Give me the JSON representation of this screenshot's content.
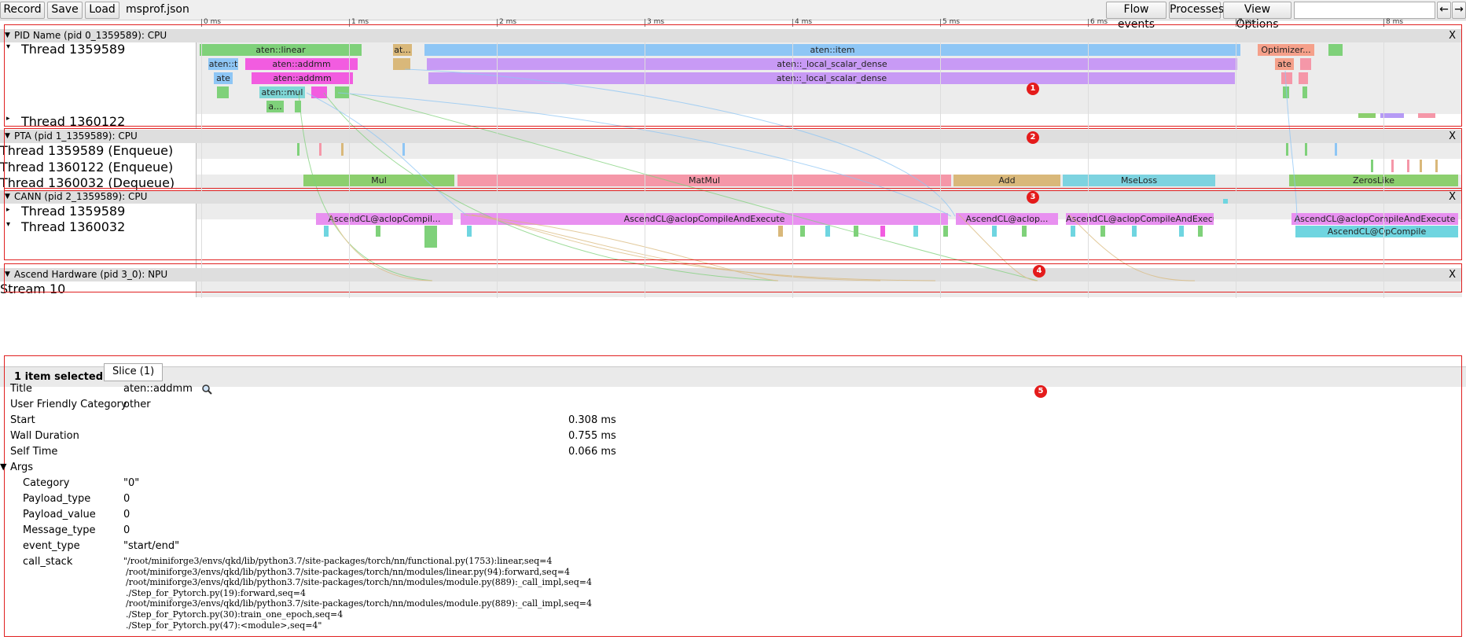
{
  "toolbar": {
    "record_label": "Record",
    "save_label": "Save",
    "load_label": "Load",
    "filename": "msprof.json",
    "flow_events_label": "Flow events",
    "processes_label": "Processes",
    "view_options_label": "View Options",
    "nav_back": "←",
    "nav_forward": "→"
  },
  "ruler": {
    "ticks": [
      "0 ms",
      "1 ms",
      "2 ms",
      "3 ms",
      "4 ms",
      "5 ms",
      "6 ms",
      "7 ms",
      "8 ms"
    ]
  },
  "processes": [
    {
      "title": "PID Name (pid 0_1359589): CPU",
      "close": "X",
      "threads": [
        "Thread 1359589",
        "Thread 1360122"
      ]
    },
    {
      "title": "PTA (pid 1_1359589): CPU",
      "close": "X",
      "threads": [
        "Thread 1359589 (Enqueue)",
        "Thread 1360122 (Enqueue)",
        "Thread 1360032 (Dequeue)"
      ]
    },
    {
      "title": "CANN (pid 2_1359589): CPU",
      "close": "X",
      "threads": [
        "Thread 1359589",
        "Thread 1360032"
      ]
    },
    {
      "title": "Ascend Hardware (pid 3_0): NPU",
      "close": "X",
      "threads": [
        "Stream 10"
      ]
    }
  ],
  "slices": {
    "p0_row0": [
      "aten::linear",
      "at...",
      "aten::item",
      "Optimizer..."
    ],
    "p0_row1": [
      "aten::t",
      "aten::addmm",
      "aten::_local_scalar_dense",
      "ate"
    ],
    "p0_row2": [
      "ate",
      "aten::addmm",
      "aten::_local_scalar_dense"
    ],
    "p0_row3": [
      "aten::mul"
    ],
    "p0_row4": [
      "a..."
    ],
    "pta_dequeue": [
      "Mul",
      "MatMul",
      "Add",
      "MseLoss",
      "ZerosLike"
    ],
    "cann_row0": [
      "AscendCL@aclopCompil...",
      "AscendCL@aclopCompileAndExecute",
      "AscendCL@aclop...",
      "AscendCL@aclopCompileAndExecute",
      "AscendCL@aclopCompileAndExecute"
    ],
    "cann_row1": [
      "AscendCL@OpCompile"
    ]
  },
  "annotations": [
    "1",
    "2",
    "3",
    "4",
    "5"
  ],
  "details": {
    "selected_text": "1 item selected.",
    "tab_label": "Slice (1)",
    "fields": [
      {
        "key": "Title",
        "value": "aten::addmm"
      },
      {
        "key": "User Friendly Category",
        "value": "other"
      },
      {
        "key": "Start",
        "value": "0.308 ms"
      },
      {
        "key": "Wall Duration",
        "value": "0.755 ms"
      },
      {
        "key": "Self Time",
        "value": "0.066 ms"
      }
    ],
    "args_label": "Args",
    "args": [
      {
        "key": "Category",
        "value": "\"0\""
      },
      {
        "key": "Payload_type",
        "value": "0"
      },
      {
        "key": "Payload_value",
        "value": "0"
      },
      {
        "key": "Message_type",
        "value": "0"
      },
      {
        "key": "event_type",
        "value": "\"start/end\""
      },
      {
        "key": "call_stack",
        "value": ""
      }
    ],
    "call_stack_lines": [
      "\"/root/miniforge3/envs/qkd/lib/python3.7/site-packages/torch/nn/functional.py(1753):linear,seq=4",
      "/root/miniforge3/envs/qkd/lib/python3.7/site-packages/torch/nn/modules/linear.py(94):forward,seq=4",
      "/root/miniforge3/envs/qkd/lib/python3.7/site-packages/torch/nn/modules/module.py(889):_call_impl,seq=4",
      "./Step_for_Pytorch.py(19):forward,seq=4",
      "/root/miniforge3/envs/qkd/lib/python3.7/site-packages/torch/nn/modules/module.py(889):_call_impl,seq=4",
      "./Step_for_Pytorch.py(30):train_one_epoch,seq=4",
      "./Step_for_Pytorch.py(47):<module>,seq=4\""
    ]
  },
  "colors": {
    "linear": "#7fd17a",
    "addmm": "#f25ce0",
    "item": "#8ec6f5",
    "scalar": "#c89af5",
    "mul": "#7fd6d6",
    "matmul": "#f597a8",
    "add": "#d9b87a",
    "mseloss": "#7dd3e0",
    "zeroslike": "#8ccf6e",
    "ascendcl": "#e890f0",
    "opcompile": "#6fd5e0",
    "highlight": "#e02020"
  }
}
